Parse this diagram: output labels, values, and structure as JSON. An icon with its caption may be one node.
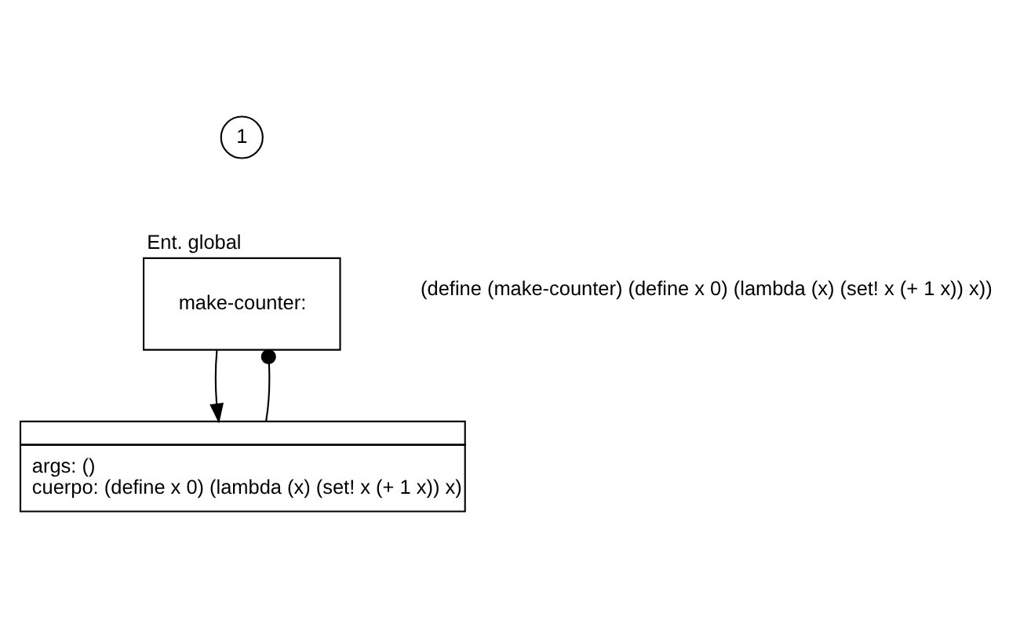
{
  "diagram": {
    "nodes": [
      {
        "text": [
          "1"
        ]
      },
      {
        "text": [
          "Ent. global",
          "make-counter:"
        ]
      },
      {
        "text": [
          "args: ()",
          "cuerpo: (define x 0) (lambda (x) (set! x (+ 1 x)) x)"
        ]
      }
    ],
    "edges": [
      {
        "from": 1,
        "to": 2,
        "arrow": "to"
      },
      {
        "from": 2,
        "to": 1,
        "arrow": "other"
      }
    ],
    "labels": [
      "(define (make-counter) (define x 0) (lambda (x) (set! x (+ 1 x)) x))"
    ]
  }
}
